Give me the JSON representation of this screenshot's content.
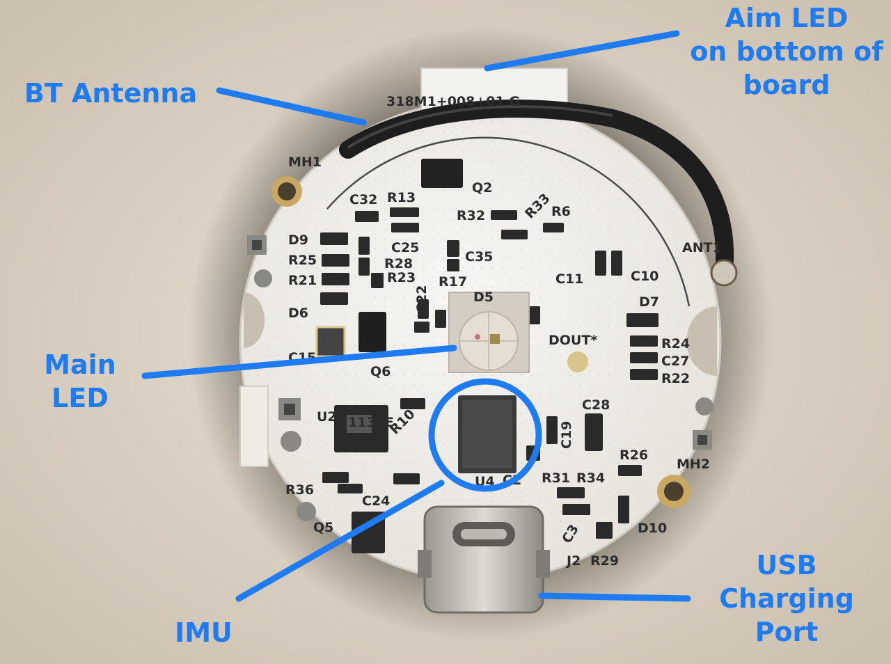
{
  "labels": {
    "bt_antenna": "BT Antenna",
    "aim_led": "Aim LED\non bottom of\nboard",
    "main_led": "Main\nLED",
    "imu": "IMU",
    "usb": "USB\nCharging\nPort"
  },
  "silkscreen": {
    "board_id": "318M1+008+01 G",
    "mh1": "MH1",
    "mh2": "MH2",
    "q2": "Q2",
    "c32": "C32",
    "r13": "R13",
    "r32": "R32",
    "r33": "R33",
    "r6": "R6",
    "d9": "D9",
    "r25": "R25",
    "r21": "R21",
    "c25": "C25",
    "r28": "R28",
    "r23": "R23",
    "c35": "C35",
    "r17": "R17",
    "c11": "C11",
    "c10": "C10",
    "ant": "ANT1",
    "d6": "D6",
    "c22": "C22",
    "d5": "D5",
    "d7": "D7",
    "dout": "DOUT*",
    "r24": "R24",
    "c27": "C27",
    "r22": "R22",
    "q6": "Q6",
    "c15": "C15",
    "u2": "U2",
    "c28": "C28",
    "c19": "C19",
    "r26": "R26",
    "r36": "R36",
    "u4": "U4",
    "c2": "C2",
    "r31": "R31",
    "r34": "R34",
    "c24": "C24",
    "q5": "Q5",
    "r10": "R10",
    "d10": "D10",
    "c3": "C3",
    "j2": "J2",
    "r29": "R29",
    "chip_u2": "1130E"
  },
  "colors": {
    "accent": "#1f7bf2",
    "board": "#f2f0ec",
    "background": "#d9d1c4",
    "silkscreen": "#2c2c2c"
  }
}
